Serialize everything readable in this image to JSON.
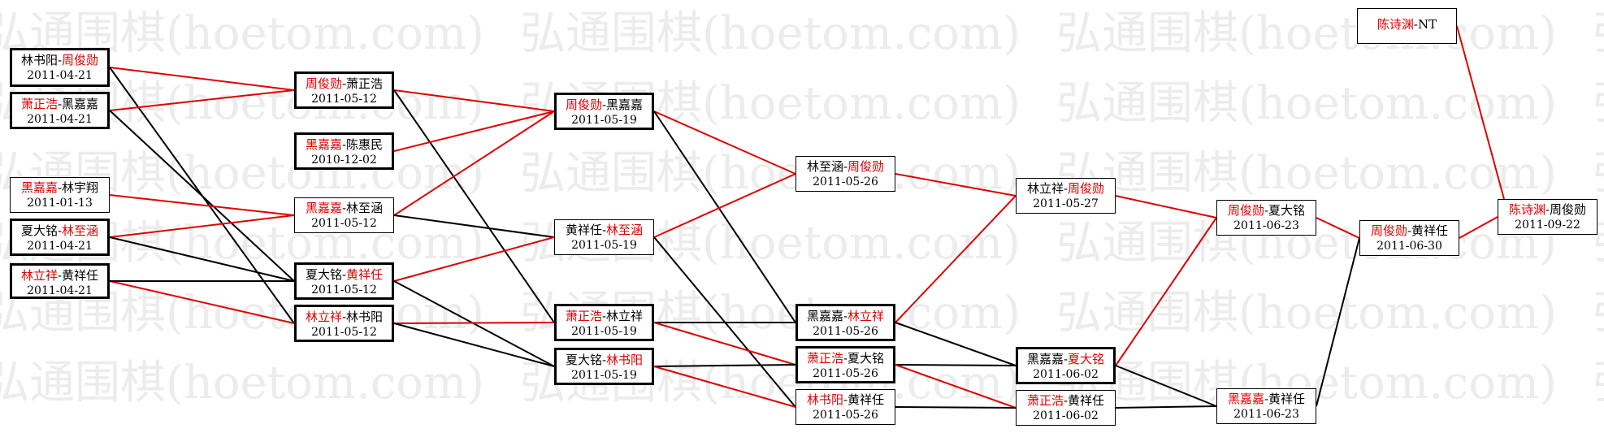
{
  "watermark": {
    "text": "弘通围棋(hoetom.com)",
    "color": "#ececec"
  },
  "colors": {
    "winner": "#e00000",
    "loser": "#000000",
    "winner_line": "#e00000",
    "loser_line": "#000000"
  },
  "nodes": [
    {
      "id": "r1a",
      "p1": "林书阳",
      "p2": "周俊勋",
      "winner": 2,
      "date": "2011-04-21",
      "thick": true
    },
    {
      "id": "r1b",
      "p1": "萧正浩",
      "p2": "黑嘉嘉",
      "winner": 1,
      "date": "2011-04-21",
      "thick": true
    },
    {
      "id": "r1c",
      "p1": "黑嘉嘉",
      "p2": "林宇翔",
      "winner": 1,
      "date": "2011-01-13",
      "thick": false
    },
    {
      "id": "r1d",
      "p1": "夏大铭",
      "p2": "林至涵",
      "winner": 2,
      "date": "2011-04-21",
      "thick": true
    },
    {
      "id": "r1e",
      "p1": "林立祥",
      "p2": "黄祥任",
      "winner": 1,
      "date": "2011-04-21",
      "thick": true
    },
    {
      "id": "r2a",
      "p1": "周俊勋",
      "p2": "萧正浩",
      "winner": 1,
      "date": "2011-05-12",
      "thick": true
    },
    {
      "id": "r2b",
      "p1": "黑嘉嘉",
      "p2": "陈惠民",
      "winner": 1,
      "date": "2010-12-02",
      "thick": true
    },
    {
      "id": "r2c",
      "p1": "黑嘉嘉",
      "p2": "林至涵",
      "winner": 1,
      "date": "2011-05-12",
      "thick": false
    },
    {
      "id": "r2d",
      "p1": "夏大铭",
      "p2": "黄祥任",
      "winner": 2,
      "date": "2011-05-12",
      "thick": true
    },
    {
      "id": "r2e",
      "p1": "林立祥",
      "p2": "林书阳",
      "winner": 1,
      "date": "2011-05-12",
      "thick": true
    },
    {
      "id": "r3a",
      "p1": "周俊勋",
      "p2": "黑嘉嘉",
      "winner": 1,
      "date": "2011-05-19",
      "thick": true
    },
    {
      "id": "r3b",
      "p1": "黄祥任",
      "p2": "林至涵",
      "winner": 2,
      "date": "2011-05-19",
      "thick": false
    },
    {
      "id": "r3c",
      "p1": "萧正浩",
      "p2": "林立祥",
      "winner": 1,
      "date": "2011-05-19",
      "thick": true
    },
    {
      "id": "r3d",
      "p1": "夏大铭",
      "p2": "林书阳",
      "winner": 2,
      "date": "2011-05-19",
      "thick": true
    },
    {
      "id": "r4a",
      "p1": "林至涵",
      "p2": "周俊勋",
      "winner": 2,
      "date": "2011-05-26",
      "thick": false
    },
    {
      "id": "r4b",
      "p1": "黑嘉嘉",
      "p2": "林立祥",
      "winner": 2,
      "date": "2011-05-26",
      "thick": true
    },
    {
      "id": "r4c",
      "p1": "萧正浩",
      "p2": "夏大铭",
      "winner": 1,
      "date": "2011-05-26",
      "thick": true
    },
    {
      "id": "r4d",
      "p1": "林书阳",
      "p2": "黄祥任",
      "winner": 1,
      "date": "2011-05-26",
      "thick": false
    },
    {
      "id": "r5a",
      "p1": "林立祥",
      "p2": "周俊勋",
      "winner": 2,
      "date": "2011-05-27",
      "thick": false
    },
    {
      "id": "r5b",
      "p1": "黑嘉嘉",
      "p2": "夏大铭",
      "winner": 2,
      "date": "2011-06-02",
      "thick": true
    },
    {
      "id": "r5c",
      "p1": "萧正浩",
      "p2": "黄祥任",
      "winner": 1,
      "date": "2011-06-02",
      "thick": false
    },
    {
      "id": "r6a",
      "p1": "周俊勋",
      "p2": "夏大铭",
      "winner": 1,
      "date": "2011-06-23",
      "thick": false
    },
    {
      "id": "r6b",
      "p1": "黑嘉嘉",
      "p2": "黄祥任",
      "winner": 1,
      "date": "2011-06-23",
      "thick": false
    },
    {
      "id": "r7a",
      "p1": "周俊勋",
      "p2": "黄祥任",
      "winner": 1,
      "date": "2011-06-30",
      "thick": false
    },
    {
      "id": "ntn",
      "p1": "陈诗渊",
      "p2": "NT",
      "winner": 1,
      "date": "",
      "thick": false
    },
    {
      "id": "fin",
      "p1": "陈诗渊",
      "p2": "周俊勋",
      "winner": 1,
      "date": "2011-09-22",
      "thick": false
    }
  ],
  "links": [
    {
      "from": "r1a",
      "to": "r2a",
      "win": true
    },
    {
      "from": "r1a",
      "to": "r2e",
      "win": false
    },
    {
      "from": "r1b",
      "to": "r2a",
      "win": true
    },
    {
      "from": "r1b",
      "to": "r2d",
      "win": false
    },
    {
      "from": "r1c",
      "to": "r2c",
      "win": true
    },
    {
      "from": "r1d",
      "to": "r2c",
      "win": true
    },
    {
      "from": "r1d",
      "to": "r2d",
      "win": false
    },
    {
      "from": "r1e",
      "to": "r2e",
      "win": true
    },
    {
      "from": "r1e",
      "to": "r2d",
      "win": false
    },
    {
      "from": "r2a",
      "to": "r3a",
      "win": true
    },
    {
      "from": "r2a",
      "to": "r3c",
      "win": false
    },
    {
      "from": "r2b",
      "to": "r3a",
      "win": true
    },
    {
      "from": "r2c",
      "to": "r3a",
      "win": true
    },
    {
      "from": "r2c",
      "to": "r3b",
      "win": false
    },
    {
      "from": "r2d",
      "to": "r3b",
      "win": true
    },
    {
      "from": "r2d",
      "to": "r3d",
      "win": false
    },
    {
      "from": "r2e",
      "to": "r3c",
      "win": true
    },
    {
      "from": "r2e",
      "to": "r3d",
      "win": false
    },
    {
      "from": "r3a",
      "to": "r4a",
      "win": true
    },
    {
      "from": "r3a",
      "to": "r4b",
      "win": false
    },
    {
      "from": "r3b",
      "to": "r4a",
      "win": true
    },
    {
      "from": "r3b",
      "to": "r4d",
      "win": false
    },
    {
      "from": "r3c",
      "to": "r4b",
      "win": false
    },
    {
      "from": "r3c",
      "to": "r4c",
      "win": true
    },
    {
      "from": "r3d",
      "to": "r4c",
      "win": false
    },
    {
      "from": "r3d",
      "to": "r4d",
      "win": true
    },
    {
      "from": "r4a",
      "to": "r5a",
      "win": true
    },
    {
      "from": "r4b",
      "to": "r5a",
      "win": true
    },
    {
      "from": "r4b",
      "to": "r5b",
      "win": false
    },
    {
      "from": "r4c",
      "to": "r5b",
      "win": false
    },
    {
      "from": "r4c",
      "to": "r5c",
      "win": true
    },
    {
      "from": "r4d",
      "to": "r5c",
      "win": false
    },
    {
      "from": "r5a",
      "to": "r6a",
      "win": true
    },
    {
      "from": "r5b",
      "to": "r6a",
      "win": true
    },
    {
      "from": "r5b",
      "to": "r6b",
      "win": false
    },
    {
      "from": "r5c",
      "to": "r6b",
      "win": false
    },
    {
      "from": "r6a",
      "to": "r7a",
      "win": true
    },
    {
      "from": "r6b",
      "to": "r7a",
      "win": false
    },
    {
      "from": "r7a",
      "to": "fin",
      "win": true
    },
    {
      "from": "ntn",
      "to": "fin",
      "win": true
    }
  ]
}
